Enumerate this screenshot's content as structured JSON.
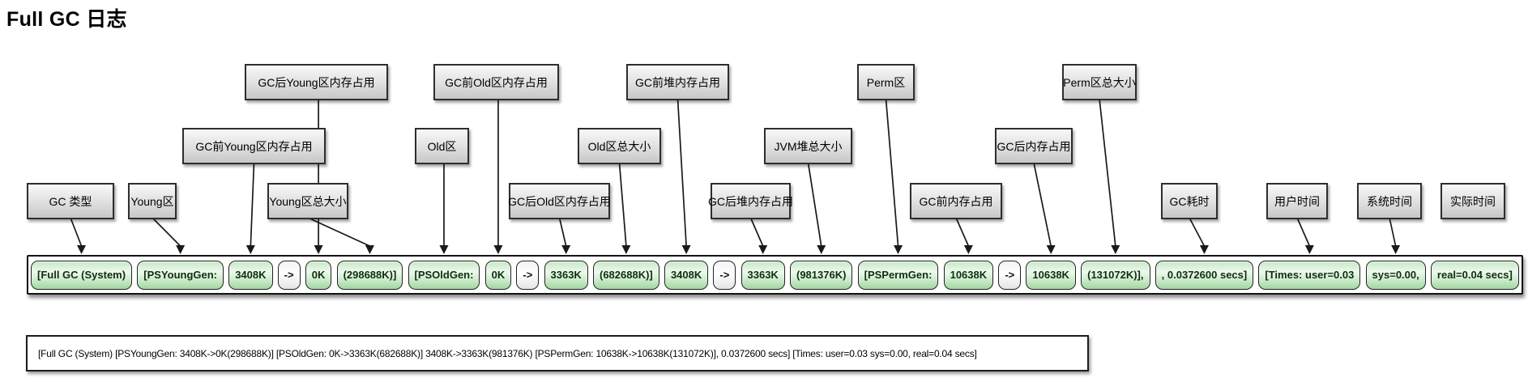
{
  "title": "Full GC 日志",
  "colors": {
    "cell_green_top": "#c6e8c6",
    "cell_green_bottom": "#a2d7a2",
    "label_gray": "#d9d9d9",
    "line_black": "#1a1a1a"
  },
  "labels": [
    {
      "id": "gc-type",
      "text": "GC 类型",
      "points_to": 0
    },
    {
      "id": "young-gen",
      "text": "Young区",
      "points_to": 1
    },
    {
      "id": "young-before",
      "text": "GC前Young区内存占用",
      "points_to": 2
    },
    {
      "id": "young-after",
      "text": "GC后Young区内存占用",
      "points_to": 4
    },
    {
      "id": "young-total",
      "text": "Young区总大小",
      "points_to": 5
    },
    {
      "id": "old-gen",
      "text": "Old区",
      "points_to": 6
    },
    {
      "id": "old-before",
      "text": "GC前Old区内存占用",
      "points_to": 7
    },
    {
      "id": "old-after",
      "text": "GC后Old区内存占用",
      "points_to": 9
    },
    {
      "id": "old-total",
      "text": "Old区总大小",
      "points_to": 10
    },
    {
      "id": "heap-before",
      "text": "GC前堆内存占用",
      "points_to": 11
    },
    {
      "id": "heap-after",
      "text": "GC后堆内存占用",
      "points_to": 13
    },
    {
      "id": "heap-total",
      "text": "JVM堆总大小",
      "points_to": 14
    },
    {
      "id": "perm-gen",
      "text": "Perm区",
      "points_to": 15
    },
    {
      "id": "perm-before",
      "text": "GC前内存占用",
      "points_to": 16
    },
    {
      "id": "perm-after",
      "text": "GC后内存占用",
      "points_to": 18
    },
    {
      "id": "perm-total",
      "text": "Perm区总大小",
      "points_to": 19
    },
    {
      "id": "gc-time",
      "text": "GC耗时",
      "points_to": 20
    },
    {
      "id": "user-time",
      "text": "用户时间",
      "points_to": 21
    },
    {
      "id": "sys-time",
      "text": "系统时间",
      "points_to": 22
    },
    {
      "id": "real-time",
      "text": "实际时间",
      "points_to": null
    }
  ],
  "log_cells": [
    {
      "text": "[Full GC (System)",
      "type": "green"
    },
    {
      "text": "[PSYoungGen:",
      "type": "green"
    },
    {
      "text": "3408K",
      "type": "green"
    },
    {
      "text": "->",
      "type": "op"
    },
    {
      "text": "0K",
      "type": "green"
    },
    {
      "text": "(298688K)]",
      "type": "green"
    },
    {
      "text": "[PSOldGen:",
      "type": "green"
    },
    {
      "text": "0K",
      "type": "green"
    },
    {
      "text": "->",
      "type": "op"
    },
    {
      "text": "3363K",
      "type": "green"
    },
    {
      "text": "(682688K)]",
      "type": "green"
    },
    {
      "text": "3408K",
      "type": "green"
    },
    {
      "text": "->",
      "type": "op"
    },
    {
      "text": "3363K",
      "type": "green"
    },
    {
      "text": "(981376K)",
      "type": "green"
    },
    {
      "text": "[PSPermGen:",
      "type": "green"
    },
    {
      "text": "10638K",
      "type": "green"
    },
    {
      "text": "->",
      "type": "op"
    },
    {
      "text": "10638K",
      "type": "green"
    },
    {
      "text": "(131072K)],",
      "type": "green"
    },
    {
      "text": ", 0.0372600 secs]",
      "type": "green"
    },
    {
      "text": "[Times: user=0.03",
      "type": "green"
    },
    {
      "text": "sys=0.00,",
      "type": "green"
    },
    {
      "text": "real=0.04 secs]",
      "type": "green"
    }
  ],
  "full_log_line": "[Full GC (System) [PSYoungGen: 3408K->0K(298688K)] [PSOldGen: 0K->3363K(682688K)] 3408K->3363K(981376K) [PSPermGen: 10638K->10638K(131072K)], 0.0372600 secs] [Times: user=0.03 sys=0.00, real=0.04 secs]"
}
